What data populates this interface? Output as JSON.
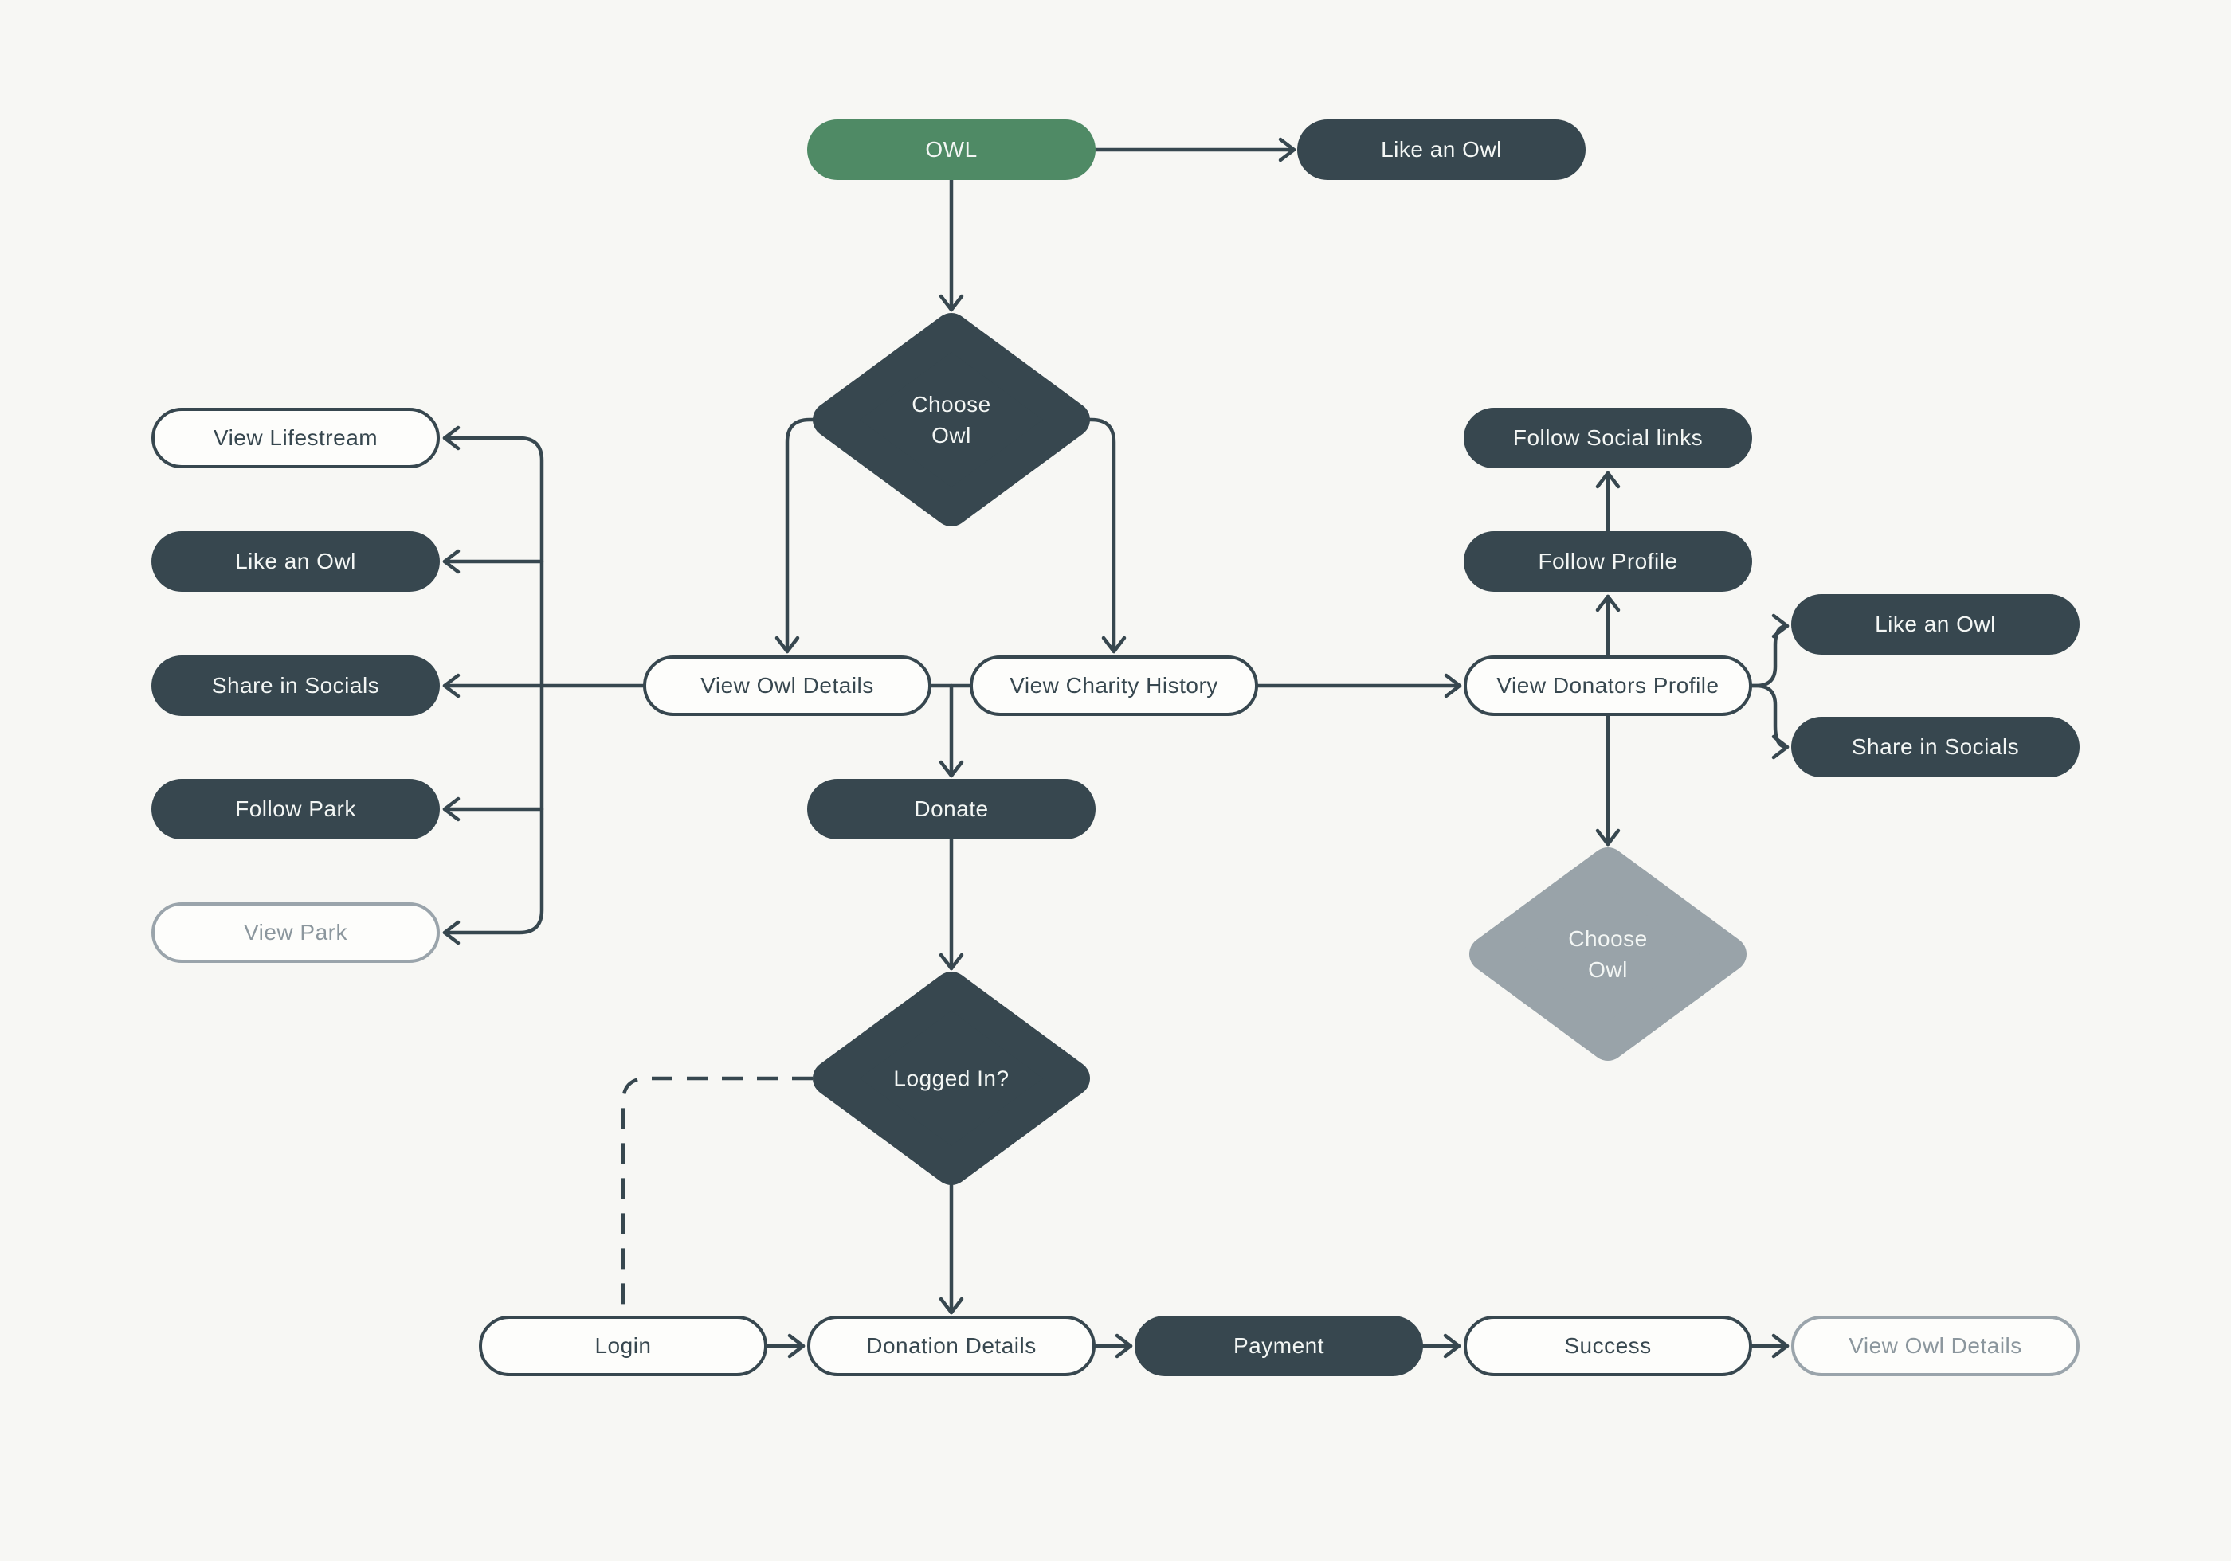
{
  "canvas": {
    "background": "#f7f7f4",
    "line_color": "#37474f"
  },
  "palette": {
    "dark_node": "#37474f",
    "green_node": "#4f8a65",
    "gray_diamond": "#99a3a9",
    "outline_node_border": "#37474f",
    "muted_node_border": "#9aa4ab",
    "muted_node_text": "#8b969d",
    "node_fill": "#fdfdfb",
    "node_text_light": "#f3f6f4"
  },
  "nodes": [
    {
      "id": "owl",
      "label": "OWL",
      "kind": "green"
    },
    {
      "id": "like-an-owl-top",
      "label": "Like an Owl",
      "kind": "dark"
    },
    {
      "id": "choose-owl-1",
      "label": "Choose\nOwl",
      "kind": "diamond-dark"
    },
    {
      "id": "view-lifestream",
      "label": "View Lifestream",
      "kind": "outline"
    },
    {
      "id": "like-an-owl-left",
      "label": "Like an Owl",
      "kind": "dark"
    },
    {
      "id": "share-in-socials-left",
      "label": "Share in Socials",
      "kind": "dark"
    },
    {
      "id": "follow-park",
      "label": "Follow Park",
      "kind": "dark"
    },
    {
      "id": "view-park",
      "label": "View Park",
      "kind": "muted"
    },
    {
      "id": "view-owl-details",
      "label": "View Owl Details",
      "kind": "outline"
    },
    {
      "id": "view-charity-history",
      "label": "View Charity History",
      "kind": "outline"
    },
    {
      "id": "view-donators-profile",
      "label": "View Donators Profile",
      "kind": "outline"
    },
    {
      "id": "follow-social-links",
      "label": "Follow Social links",
      "kind": "dark"
    },
    {
      "id": "follow-profile",
      "label": "Follow Profile",
      "kind": "dark"
    },
    {
      "id": "like-an-owl-right",
      "label": "Like an Owl",
      "kind": "dark"
    },
    {
      "id": "share-in-socials-right",
      "label": "Share in Socials",
      "kind": "dark"
    },
    {
      "id": "donate",
      "label": "Donate",
      "kind": "dark"
    },
    {
      "id": "choose-owl-2",
      "label": "Choose\nOwl",
      "kind": "diamond-gray"
    },
    {
      "id": "logged-in",
      "label": "Logged In?",
      "kind": "diamond-dark"
    },
    {
      "id": "login",
      "label": "Login",
      "kind": "outline"
    },
    {
      "id": "donation-details",
      "label": "Donation Details",
      "kind": "outline"
    },
    {
      "id": "payment",
      "label": "Payment",
      "kind": "dark"
    },
    {
      "id": "success",
      "label": "Success",
      "kind": "outline"
    },
    {
      "id": "view-owl-details-end",
      "label": "View Owl Details",
      "kind": "muted"
    }
  ]
}
